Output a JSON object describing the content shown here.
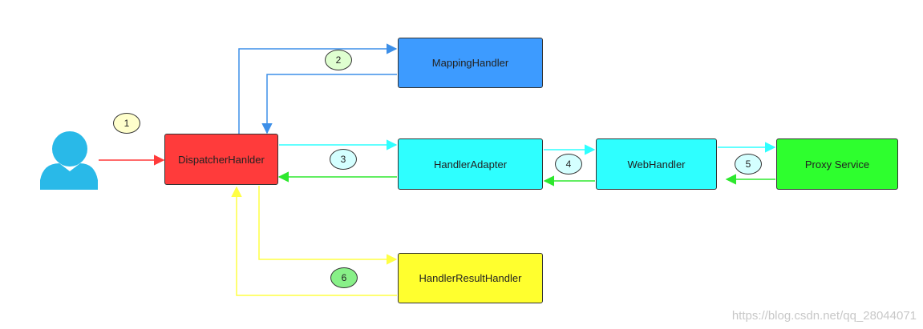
{
  "nodes": {
    "dispatcher": {
      "label": "DispatcherHanlder",
      "color": "#FF3B3B"
    },
    "mapping": {
      "label": "MappingHandler",
      "color": "#3D9BFF"
    },
    "adapter": {
      "label": "HandlerAdapter",
      "color": "#2EFFFF"
    },
    "webhandler": {
      "label": "WebHandler",
      "color": "#2EFFFF"
    },
    "proxy": {
      "label": "Proxy Service",
      "color": "#2EFF2E"
    },
    "result": {
      "label": "HandlerResultHandler",
      "color": "#FFFF2E"
    }
  },
  "steps": [
    {
      "label": "1",
      "color": "#FFFFCC"
    },
    {
      "label": "2",
      "color": "#DFFFD0"
    },
    {
      "label": "3",
      "color": "#D4FFFF"
    },
    {
      "label": "4",
      "color": "#D4FFFF"
    },
    {
      "label": "5",
      "color": "#D4FFFF"
    },
    {
      "label": "6",
      "color": "#88F088"
    }
  ],
  "arrow_colors": {
    "request": "#FF3B3B",
    "mapping": "#3D8FE8",
    "adapter": "#2EFFFF",
    "response": "#2EE82E",
    "result": "#FFFF44"
  },
  "user_icon": {
    "name": "user-icon",
    "color": "#29B9E8"
  },
  "watermark": "https://blog.csdn.net/qq_28044071"
}
